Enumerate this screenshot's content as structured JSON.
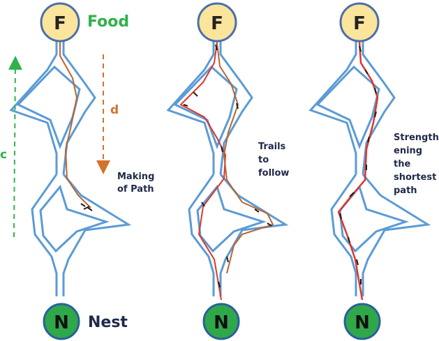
{
  "colors": {
    "food_fill": "#fbe49b",
    "food_stroke": "#4a6fa8",
    "nest_fill": "#2fa84a",
    "nest_stroke": "#2b5f9e",
    "path_outline": "#5b9bd5",
    "trail_red": "#e0352b",
    "trail_brown": "#b8652f",
    "arrow_green": "#2fb24c",
    "arrow_orange": "#d1732b",
    "text_dark": "#1f2a4a",
    "text_green": "#2fb24c"
  },
  "nodes": {
    "food_letter": "F",
    "nest_letter": "N",
    "food_label": "Food",
    "nest_label": "Nest"
  },
  "arrows": {
    "c_label": "c",
    "d_label": "d"
  },
  "panels": [
    {
      "caption_lines": [
        "Making",
        "of Path"
      ]
    },
    {
      "caption_lines": [
        "Trails",
        "to",
        "follow"
      ]
    },
    {
      "caption_lines": [
        "Strength",
        "ening",
        "the",
        "shortest",
        "path"
      ]
    }
  ]
}
